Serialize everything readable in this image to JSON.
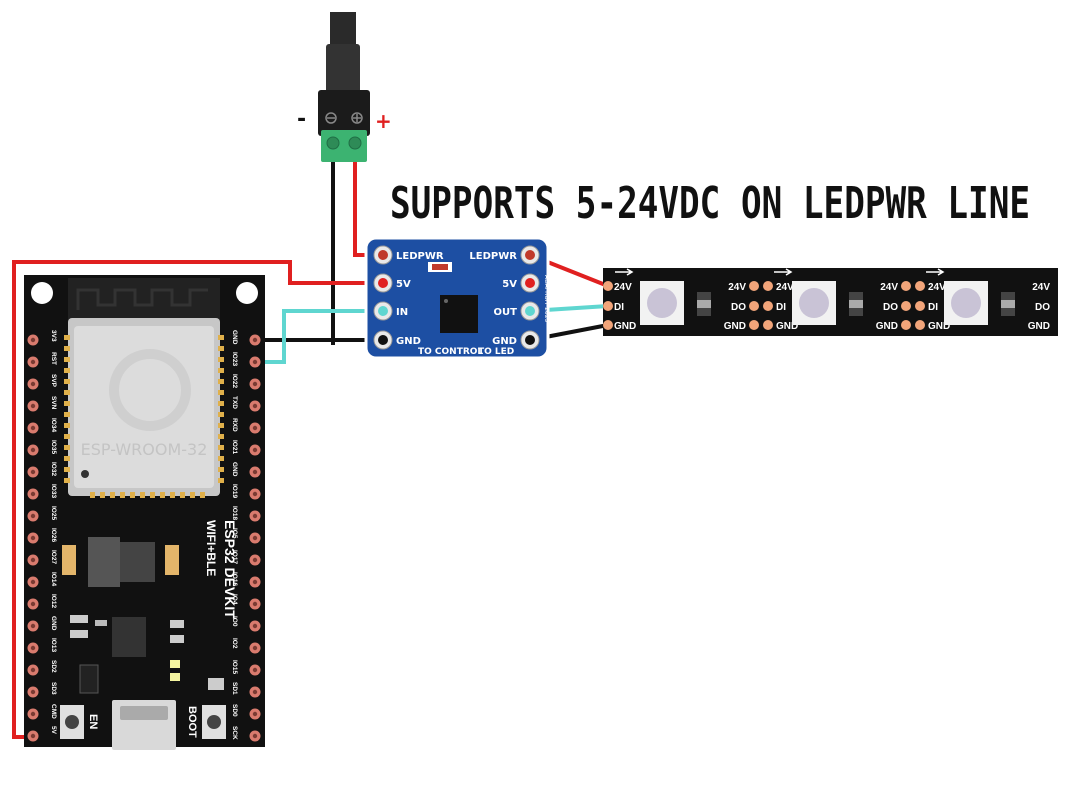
{
  "headline": "SUPPORTS 5-24VDC ON LEDPWR LINE",
  "barrel_jack": {
    "minus_label": "-",
    "plus_label": "+"
  },
  "level_shifter": {
    "pins_left": [
      "LEDPWR",
      "5V",
      "IN",
      "GND"
    ],
    "pins_right": [
      "LEDPWR",
      "5V",
      "OUT",
      "GND"
    ],
    "bottom_text": "TO CONTROL",
    "bottom_text2": "TO LED",
    "chip_text": "ADAFRUIT 2025"
  },
  "led_strip": {
    "pixel_labels_left": [
      "24V",
      "DI",
      "GND"
    ],
    "pixel_labels_right": [
      "24V",
      "DO",
      "GND"
    ],
    "pixel_count": 3
  },
  "esp32": {
    "title": "ESP32 DEVKIT",
    "subtitle": "WIFI+BLE",
    "module_text": "ESP-WROOM-32",
    "button_en": "EN",
    "button_boot": "BOOT",
    "left_pins": [
      "3V3",
      "RST",
      "SVP",
      "SVN",
      "IO34",
      "IO35",
      "IO32",
      "IO33",
      "IO25",
      "IO26",
      "IO27",
      "IO14",
      "IO12",
      "GND",
      "IO13",
      "SD2",
      "SD3",
      "CMD",
      "5V"
    ],
    "right_pins": [
      "GND",
      "IO23",
      "IO22",
      "TXD",
      "RXD",
      "IO21",
      "GND",
      "IO19",
      "IO18",
      "IO5",
      "IO17",
      "IO16",
      "IO4",
      "IO0",
      "IO2",
      "IO15",
      "SD1",
      "SD0",
      "SCK"
    ]
  },
  "wire_colors": {
    "power": "#e02020",
    "ground": "#111111",
    "data": "#5fd6d0"
  },
  "colors": {
    "pcb_blue": "#1d4fa3",
    "pad_orange": "#f2a57a",
    "esp_pin": "#d97b6e"
  }
}
